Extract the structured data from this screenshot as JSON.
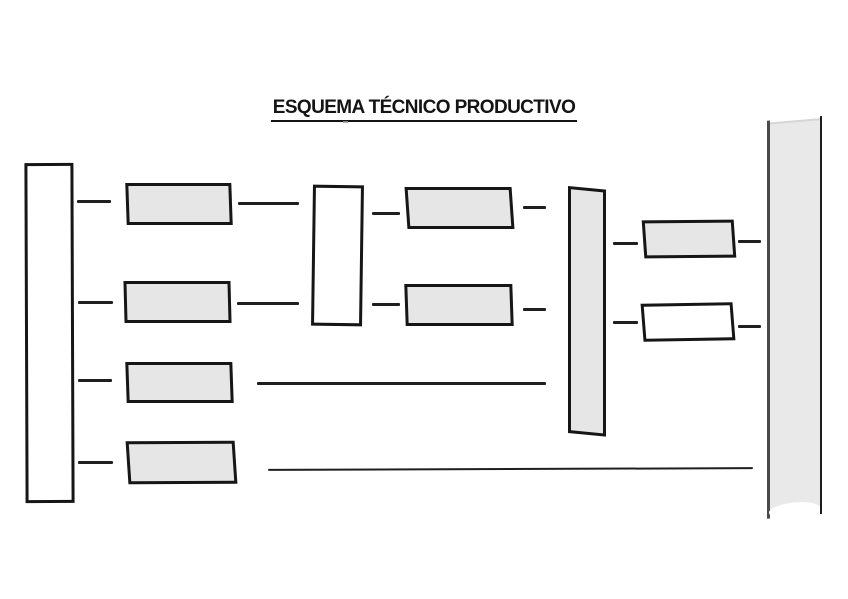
{
  "title": "ESQUEMA TÉCNICO PRODUCTIVO",
  "colors": {
    "background": "#ffffff",
    "box_fill": "#e6e6e6",
    "box_border": "#161616",
    "connector": "#1f1f1f",
    "band_fill": "#e9e9e9",
    "title_color": "#141414"
  },
  "diagram": {
    "type": "flowchart",
    "orientation": "left-to-right",
    "nodes": [
      {
        "id": "left-source-column",
        "kind": "tall-rect",
        "fill": "white",
        "label": ""
      },
      {
        "id": "left-stage-box-1",
        "kind": "box",
        "fill": "gray",
        "label": ""
      },
      {
        "id": "left-stage-box-2",
        "kind": "box",
        "fill": "gray",
        "label": ""
      },
      {
        "id": "left-stage-box-3",
        "kind": "box",
        "fill": "gray",
        "label": ""
      },
      {
        "id": "left-stage-box-4",
        "kind": "box",
        "fill": "gray",
        "label": ""
      },
      {
        "id": "center-junction-column",
        "kind": "tall-rect",
        "fill": "white",
        "label": ""
      },
      {
        "id": "mid-stage-box-1",
        "kind": "box",
        "fill": "gray",
        "label": ""
      },
      {
        "id": "mid-stage-box-2",
        "kind": "box",
        "fill": "gray",
        "label": ""
      },
      {
        "id": "right-collector-column",
        "kind": "tall-rect",
        "fill": "gray",
        "label": ""
      },
      {
        "id": "right-stage-box-1",
        "kind": "box",
        "fill": "gray",
        "label": ""
      },
      {
        "id": "right-stage-box-2",
        "kind": "box",
        "fill": "white",
        "label": ""
      },
      {
        "id": "output-band",
        "kind": "tall-band",
        "fill": "gray",
        "label": ""
      }
    ],
    "connectors": [
      {
        "from": "left-source-column",
        "to": "left-stage-box-1",
        "style": "short-dash"
      },
      {
        "from": "left-source-column",
        "to": "left-stage-box-2",
        "style": "short-dash"
      },
      {
        "from": "left-source-column",
        "to": "left-stage-box-3",
        "style": "short-dash"
      },
      {
        "from": "left-source-column",
        "to": "left-stage-box-4",
        "style": "short-dash"
      },
      {
        "from": "left-stage-box-1",
        "to": "center-junction-column",
        "style": "line"
      },
      {
        "from": "left-stage-box-2",
        "to": "center-junction-column",
        "style": "line"
      },
      {
        "from": "center-junction-column",
        "to": "mid-stage-box-1",
        "style": "short-dash"
      },
      {
        "from": "center-junction-column",
        "to": "mid-stage-box-2",
        "style": "short-dash"
      },
      {
        "from": "mid-stage-box-1",
        "to": "right-collector-column",
        "style": "short-dash"
      },
      {
        "from": "mid-stage-box-2",
        "to": "right-collector-column",
        "style": "short-dash"
      },
      {
        "from": "left-stage-box-3",
        "to": "right-collector-column",
        "style": "long-line"
      },
      {
        "from": "left-stage-box-4",
        "to": "output-band",
        "style": "long-line"
      },
      {
        "from": "right-collector-column",
        "to": "right-stage-box-1",
        "style": "short-dash"
      },
      {
        "from": "right-collector-column",
        "to": "right-stage-box-2",
        "style": "short-dash"
      },
      {
        "from": "right-stage-box-1",
        "to": "output-band",
        "style": "short-dash"
      },
      {
        "from": "right-stage-box-2",
        "to": "output-band",
        "style": "short-dash"
      }
    ]
  }
}
